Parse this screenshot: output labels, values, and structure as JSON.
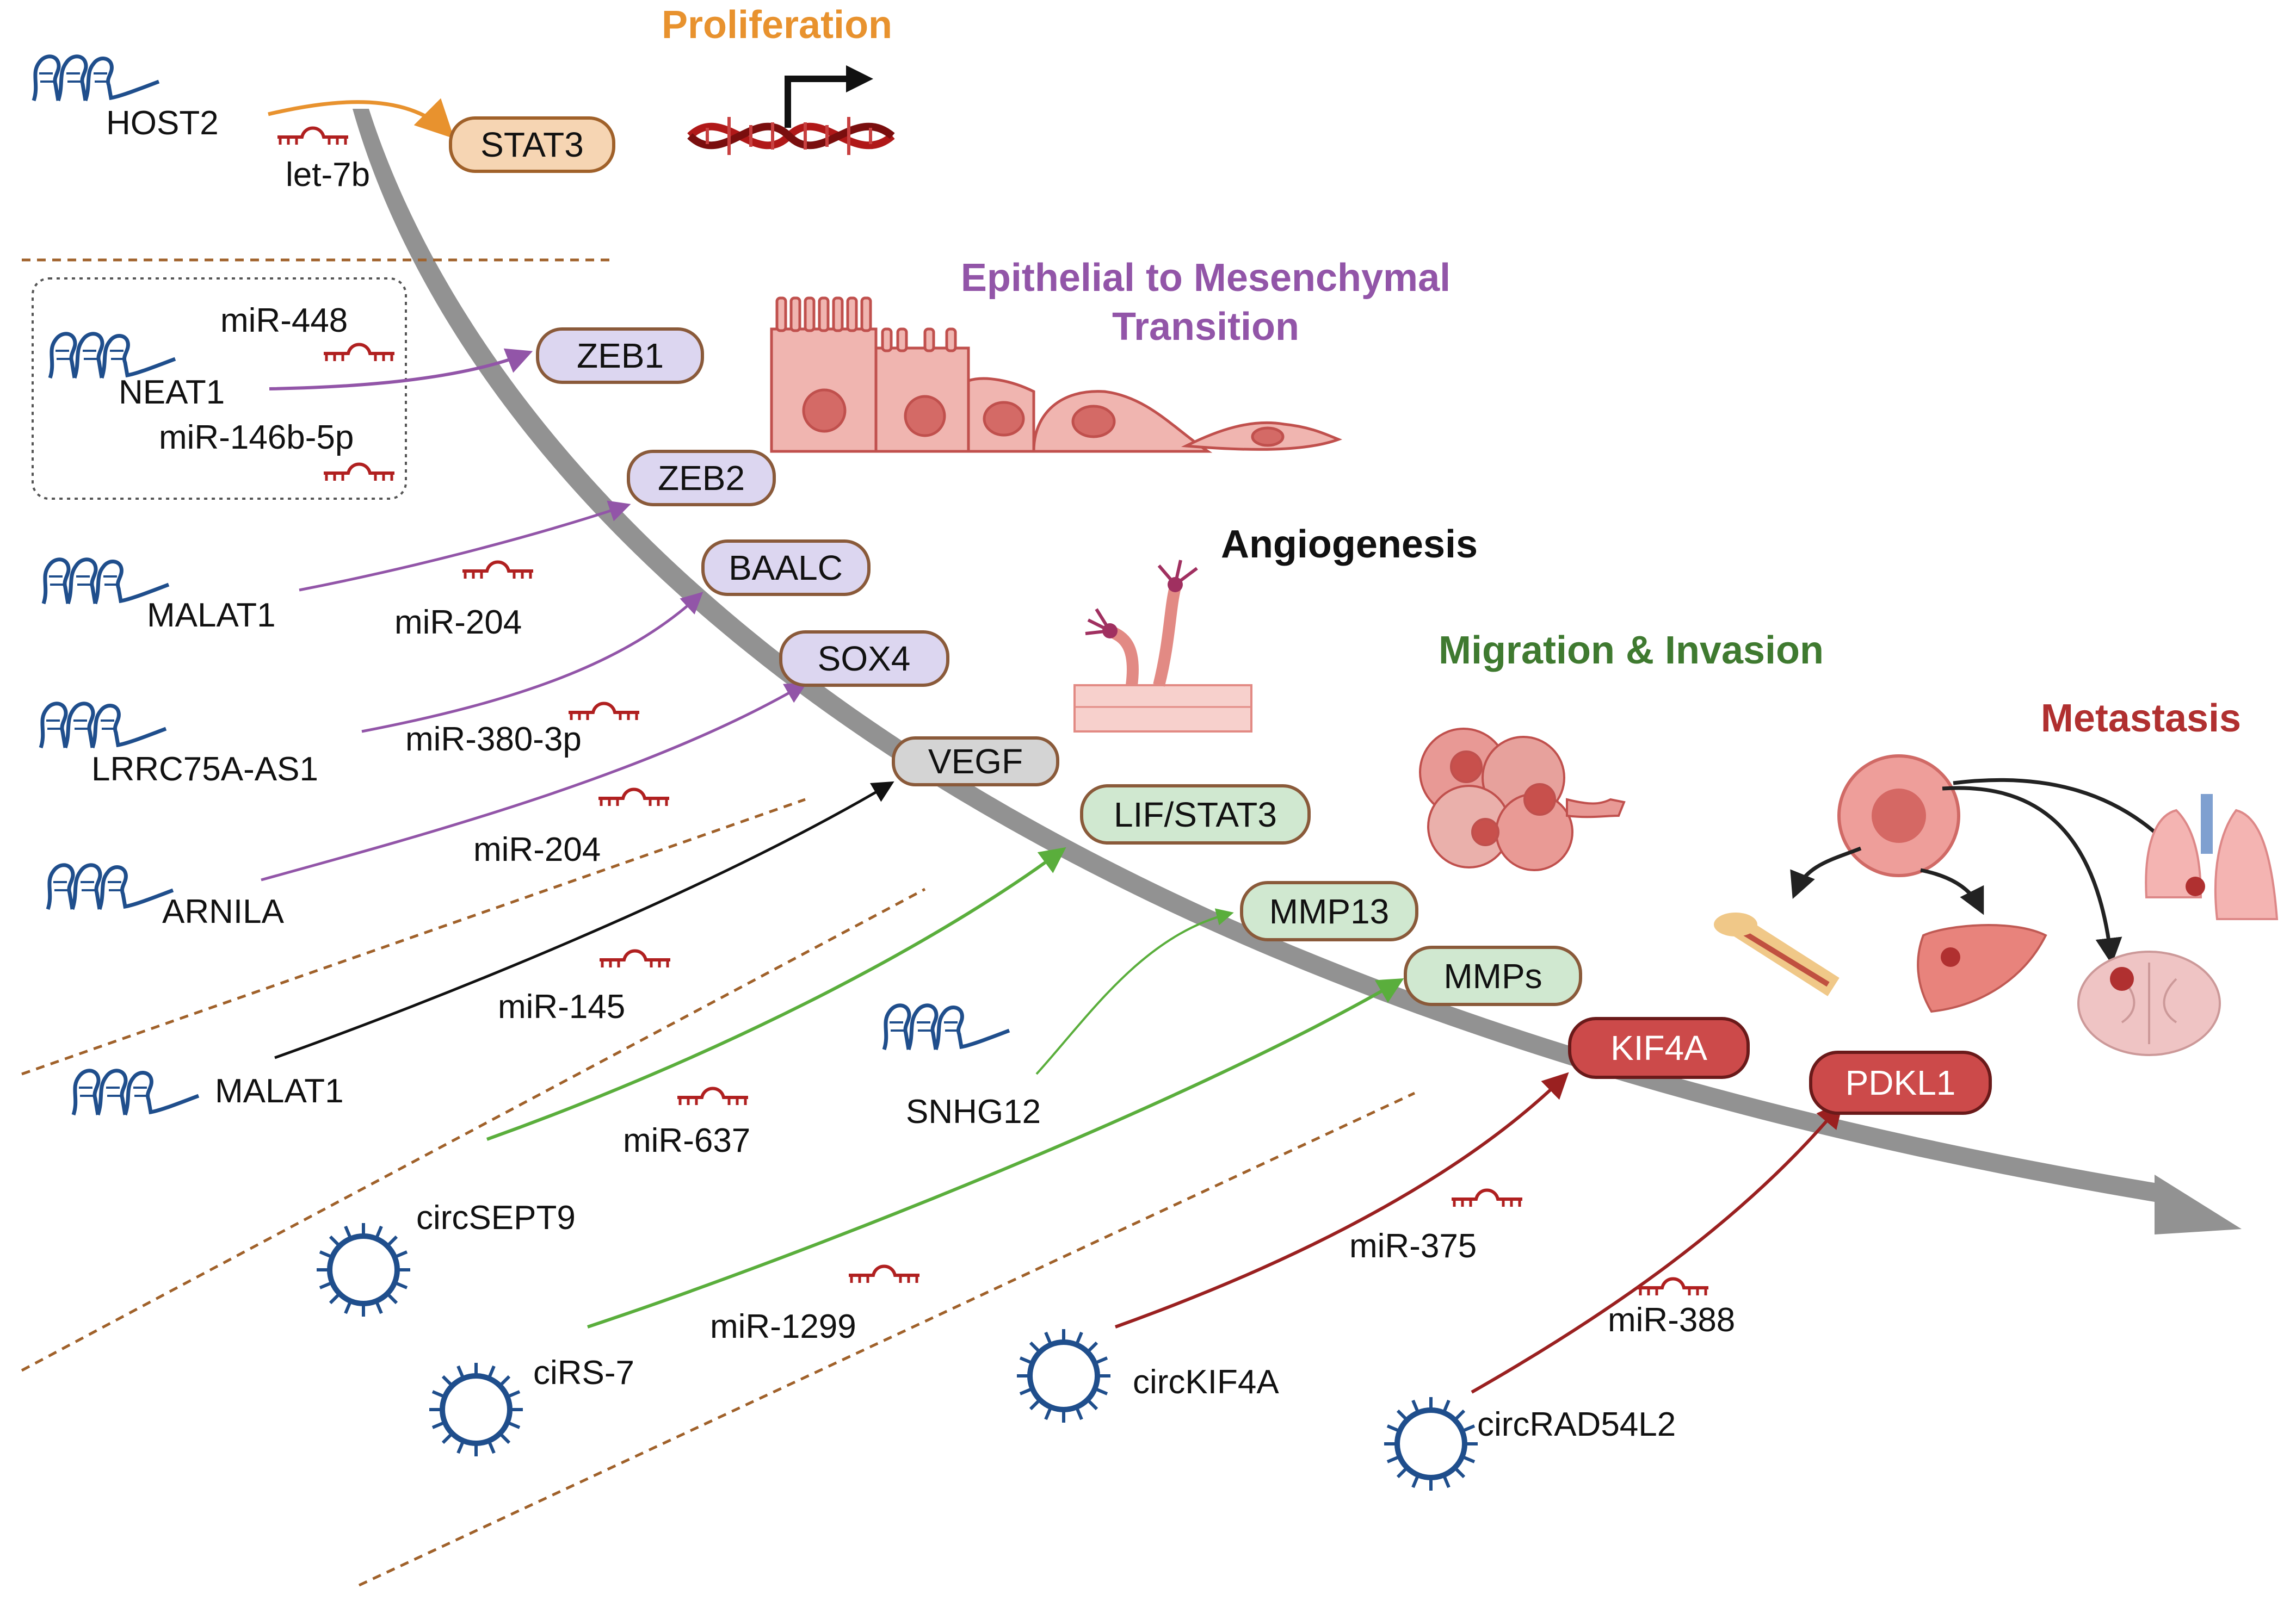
{
  "stages": {
    "proliferation": "Proliferation",
    "emt_line1": "Epithelial to Mesenchymal",
    "emt_line2": "Transition",
    "angiogenesis": "Angiogenesis",
    "migration": "Migration & Invasion",
    "metastasis": "Metastasis"
  },
  "colors": {
    "proliferation": "#e8922e",
    "emt": "#9255a8",
    "angiogenesis": "#111111",
    "migration": "#3f7a30",
    "metastasis": "#b03030",
    "arrow_green": "#5aae3c",
    "arrow_red": "#9a2020",
    "rna": "#1f4e8c",
    "mirna": "#b02020"
  },
  "targets": {
    "stat3": "STAT3",
    "zeb1": "ZEB1",
    "zeb2": "ZEB2",
    "baalc": "BAALC",
    "sox4": "SOX4",
    "vegf": "VEGF",
    "lif_stat3": "LIF/STAT3",
    "mmp13": "MMP13",
    "mmps": "MMPs",
    "kif4a": "KIF4A",
    "pdkl1": "PDKL1"
  },
  "ncrnas": {
    "host2": "HOST2",
    "neat1": "NEAT1",
    "malat1_a": "MALAT1",
    "lrrc75a": "LRRC75A-AS1",
    "arnila": "ARNILA",
    "malat1_b": "MALAT1",
    "snhg12": "SNHG12",
    "circsept9": "circSEPT9",
    "cirs7": "ciRS-7",
    "circkif4a": "circKIF4A",
    "circrad54l2": "circRAD54L2"
  },
  "mirnas": {
    "let7b": "let-7b",
    "mir448": "miR-448",
    "mir146b": "miR-146b-5p",
    "mir204_a": "miR-204",
    "mir380": "miR-380-3p",
    "mir204_b": "miR-204",
    "mir145": "miR-145",
    "mir637": "miR-637",
    "mir1299": "miR-1299",
    "mir375": "miR-375",
    "mir388": "miR-388"
  }
}
